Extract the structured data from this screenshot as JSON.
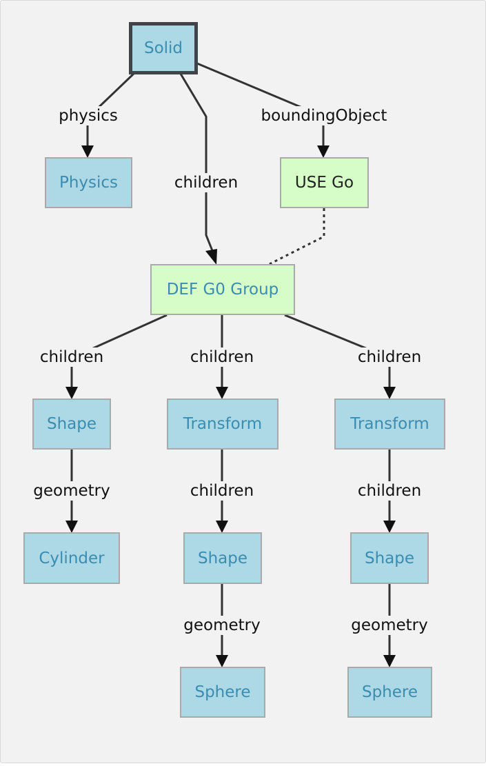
{
  "nodes": {
    "solid": "Solid",
    "physics": "Physics",
    "use_go": "USE Go",
    "def_group": "DEF G0 Group",
    "shape_1": "Shape",
    "transform_1": "Transform",
    "transform_2": "Transform",
    "cylinder": "Cylinder",
    "shape_2": "Shape",
    "shape_3": "Shape",
    "sphere_1": "Sphere",
    "sphere_2": "Sphere"
  },
  "edges": {
    "solid_physics": "physics",
    "solid_children": "children",
    "solid_bounding": "boundingObject",
    "group_children_1": "children",
    "group_children_2": "children",
    "group_children_3": "children",
    "shape1_geometry": "geometry",
    "transform1_children": "children",
    "transform2_children": "children",
    "shape2_geometry": "geometry",
    "shape3_geometry": "geometry"
  },
  "colors": {
    "blue_node": "#add8e6",
    "green_node": "#d6fcc8",
    "node_text_blue": "#3a8db0",
    "edge": "#333333",
    "background": "#f2f2f2"
  }
}
